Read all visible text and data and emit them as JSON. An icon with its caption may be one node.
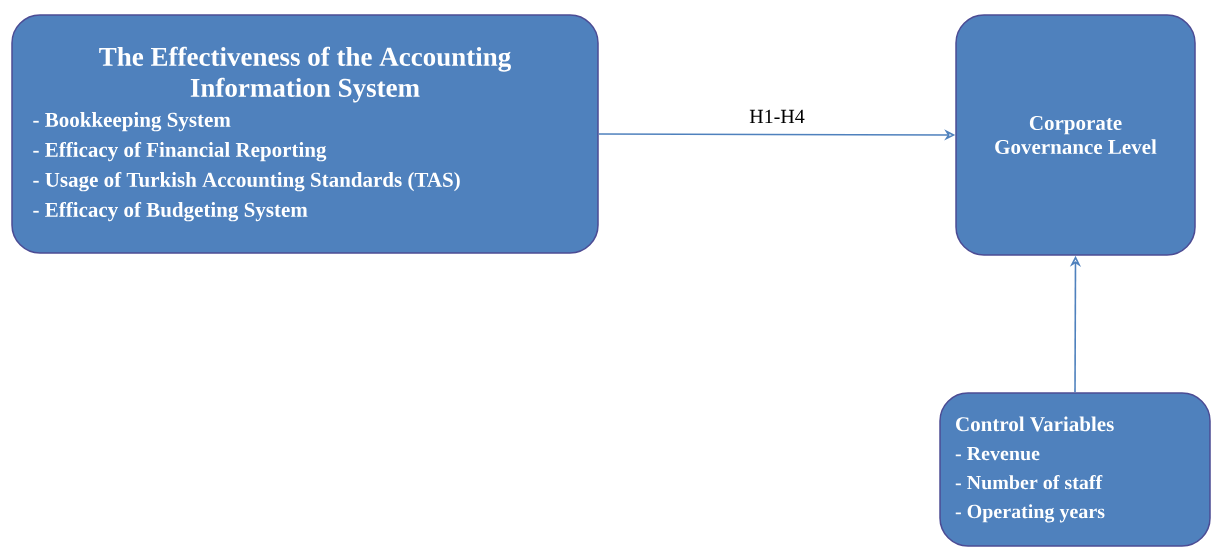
{
  "diagram": {
    "nodes": [
      {
        "text": [
          "The Effectiveness of the Accounting Information System",
          "- Bookkeeping System",
          "- Efficacy of Financial Reporting",
          "- Usage of Turkish Accounting Standards (TAS)",
          "- Efficacy of Budgeting System"
        ]
      },
      {
        "text": [
          "Corporate Governance Level"
        ]
      },
      {
        "text": [
          "Control Variables",
          "- Revenue",
          "- Number of staff",
          "- Operating years"
        ]
      }
    ],
    "edges": [
      {
        "from": 0,
        "to": 1,
        "arrow": "to",
        "label": "H1-H4"
      },
      {
        "from": 2,
        "to": 1,
        "arrow": "to"
      }
    ]
  }
}
